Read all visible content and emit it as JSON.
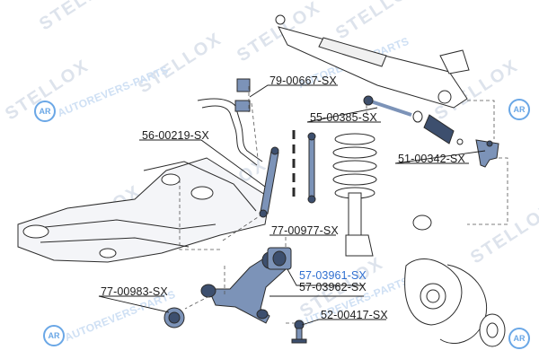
{
  "watermarks": {
    "brand": "STELLOX",
    "reseller": "AUTOREVERS-PARTS",
    "logo_mark": "AR"
  },
  "callouts": [
    {
      "id": "rack-boot-bushing",
      "text": "79-00667-SX",
      "color": "#1d1d1d"
    },
    {
      "id": "tie-rod-inner",
      "text": "55-00385-SX",
      "color": "#1d1d1d"
    },
    {
      "id": "stabilizer-bushing",
      "text": "56-00219-SX",
      "color": "#1d1d1d"
    },
    {
      "id": "tie-rod-end",
      "text": "51-00342-SX",
      "color": "#1d1d1d"
    },
    {
      "id": "stabilizer-link",
      "text": "77-00977-SX",
      "color": "#1d1d1d"
    },
    {
      "id": "control-arm-left",
      "text": "57-03961-SX",
      "color": "#2f6fd0"
    },
    {
      "id": "control-arm-right",
      "text": "57-03962-SX",
      "color": "#1d1d1d"
    },
    {
      "id": "arm-bushing",
      "text": "77-00983-SX",
      "color": "#1d1d1d"
    },
    {
      "id": "ball-joint",
      "text": "52-00417-SX",
      "color": "#1d1d1d"
    }
  ],
  "colors": {
    "line": "#2b2b2b",
    "part_fill": "#7c93b8",
    "part_dark": "#3d4f6e",
    "frame_fill": "#f2f4f7",
    "watermark": "#dde3ec",
    "accent": "#6aa7e6"
  }
}
